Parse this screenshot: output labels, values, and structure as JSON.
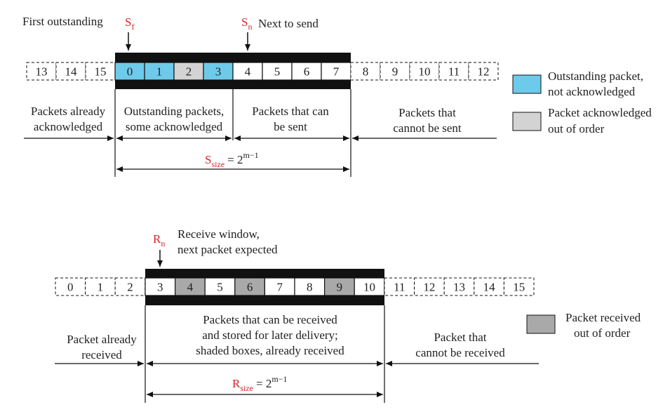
{
  "sender": {
    "first_outstanding": "First outstanding",
    "sf": {
      "main": "S",
      "sub": "f"
    },
    "sn": {
      "main": "S",
      "sub": "n"
    },
    "next_to_send": "Next  to send",
    "left_outside": [
      "13",
      "14",
      "15"
    ],
    "window": [
      {
        "n": "0",
        "state": "outstanding"
      },
      {
        "n": "1",
        "state": "outstanding"
      },
      {
        "n": "2",
        "state": "acked"
      },
      {
        "n": "3",
        "state": "outstanding"
      },
      {
        "n": "4",
        "state": "sendable"
      },
      {
        "n": "5",
        "state": "sendable"
      },
      {
        "n": "6",
        "state": "sendable"
      },
      {
        "n": "7",
        "state": "sendable"
      }
    ],
    "right_outside": [
      "8",
      "9",
      "10",
      "11",
      "12"
    ],
    "regions": {
      "already_acked": [
        "Packets already",
        "acknowledged"
      ],
      "outstanding": [
        "Outstanding packets,",
        "some acknowledged"
      ],
      "can_send": [
        "Packets that can",
        "be sent"
      ],
      "cannot_send": [
        "Packets that",
        "cannot be sent"
      ]
    },
    "size": {
      "main": "S",
      "sub": "size",
      "eq": "= 2",
      "sup": "m−1"
    }
  },
  "receiver": {
    "rn": {
      "main": "R",
      "sub": "n"
    },
    "window_label": [
      "Receive window,",
      "next packet expected"
    ],
    "left_outside": [
      "0",
      "1",
      "2"
    ],
    "window": [
      {
        "n": "3",
        "state": "empty"
      },
      {
        "n": "4",
        "state": "received"
      },
      {
        "n": "5",
        "state": "empty"
      },
      {
        "n": "6",
        "state": "received"
      },
      {
        "n": "7",
        "state": "empty"
      },
      {
        "n": "8",
        "state": "empty"
      },
      {
        "n": "9",
        "state": "received"
      },
      {
        "n": "10",
        "state": "empty"
      }
    ],
    "right_outside": [
      "11",
      "12",
      "13",
      "14",
      "15"
    ],
    "regions": {
      "already_received": [
        "Packet already",
        "received"
      ],
      "can_receive": [
        "Packets that can be received",
        "and stored for later delivery;",
        "shaded boxes, already received"
      ],
      "cannot_receive": [
        "Packet that",
        "cannot be received"
      ]
    },
    "size": {
      "main": "R",
      "sub": "size",
      "eq": "= 2",
      "sup": "m−1"
    }
  },
  "legend": {
    "outstanding": [
      "Outstanding packet,",
      "not acknowledged"
    ],
    "acked": [
      "Packet acknowledged",
      "out of order"
    ],
    "received": [
      "Packet received",
      "out of order"
    ]
  },
  "colors": {
    "outstanding": "#6dcaea",
    "acked": "#d3d3d3",
    "received": "#a9a9a9",
    "window_bar": "#111111",
    "accent": "#d9222a"
  }
}
